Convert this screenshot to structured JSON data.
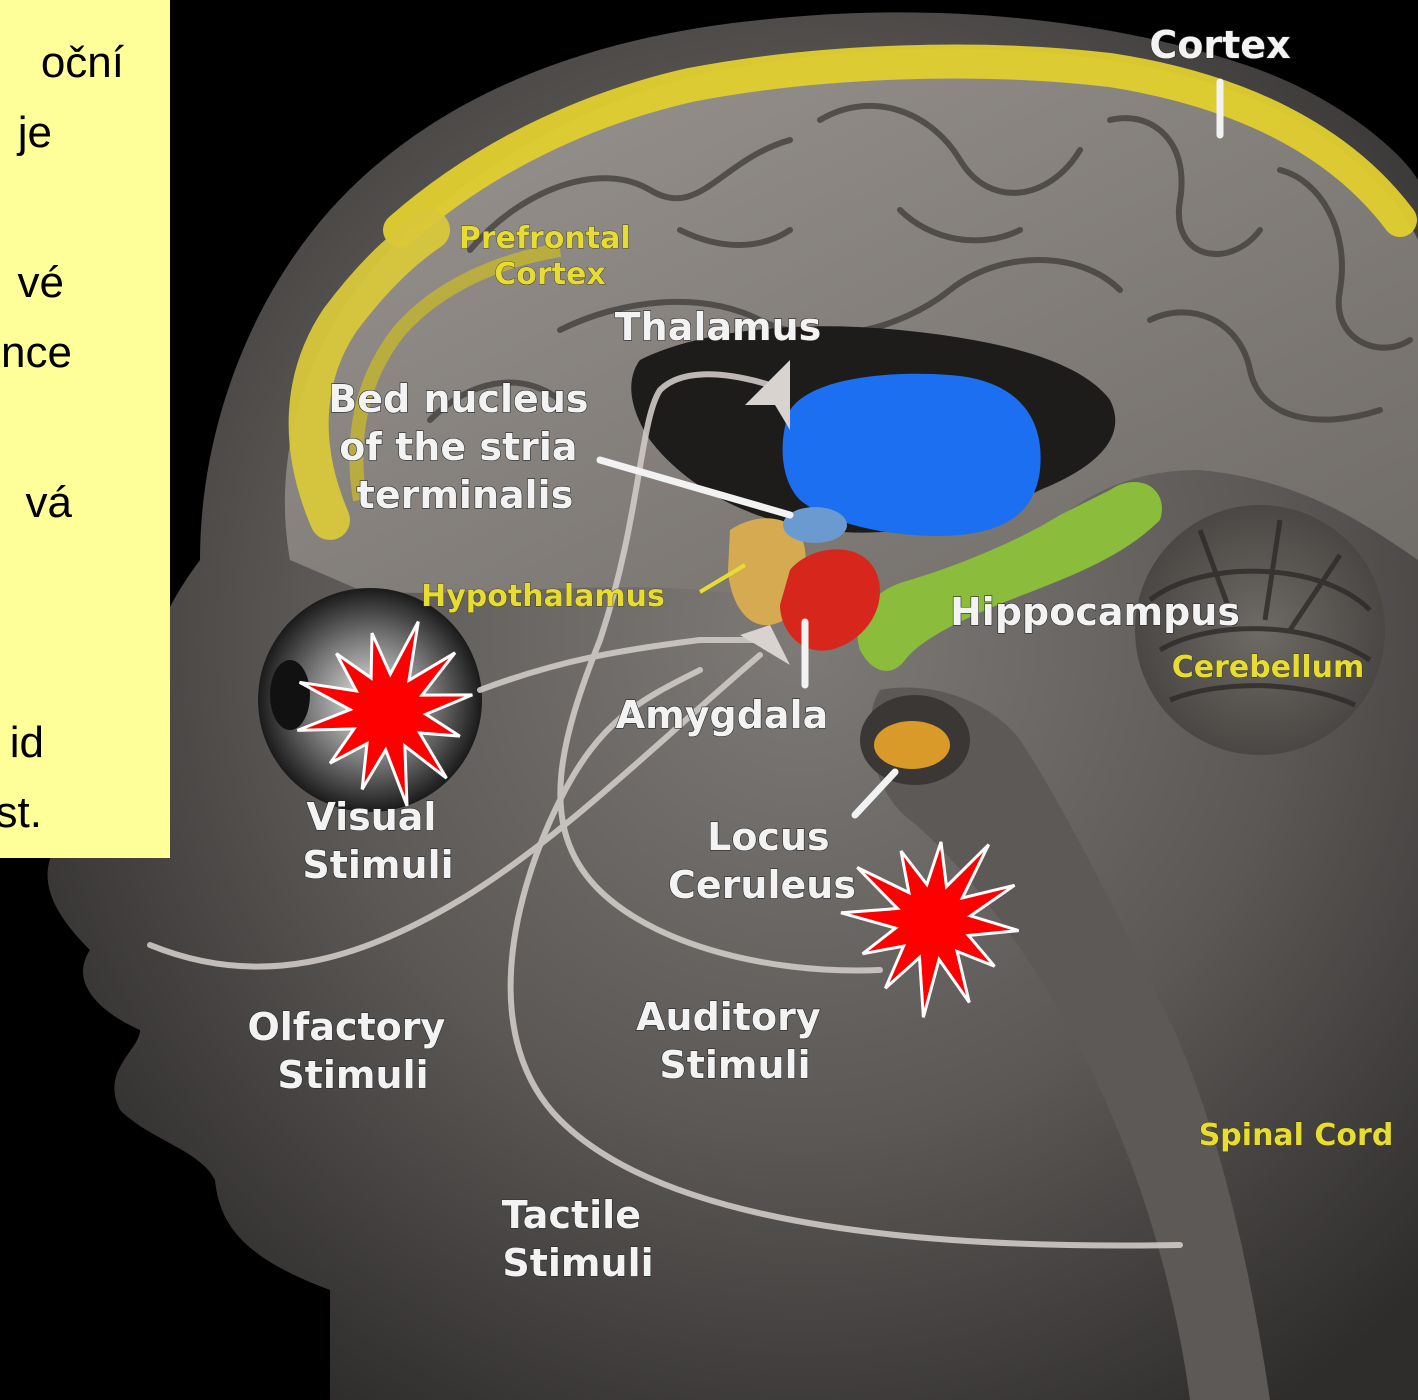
{
  "side_note": {
    "lines": [
      "oční",
      "je",
      "vé",
      "nce",
      "vá",
      "id",
      "st."
    ]
  },
  "labels": {
    "cortex": "Cortex",
    "prefrontal_cortex": [
      "Prefrontal",
      "Cortex"
    ],
    "thalamus": "Thalamus",
    "bed_nucleus": [
      "Bed nucleus",
      "of the stria",
      "terminalis"
    ],
    "hypothalamus": "Hypothalamus",
    "hippocampus": "Hippocampus",
    "cerebellum": "Cerebellum",
    "amygdala": "Amygdala",
    "locus_ceruleus": [
      "Locus",
      "Ceruleus"
    ],
    "visual_stimuli": [
      "Visual",
      "Stimuli"
    ],
    "olfactory_stimuli": [
      "Olfactory",
      "Stimuli"
    ],
    "auditory_stimuli": [
      "Auditory",
      "Stimuli"
    ],
    "tactile_stimuli": [
      "Tactile",
      "Stimuli"
    ],
    "spinal_cord": "Spinal Cord"
  },
  "colors": {
    "background": "#000000",
    "note_background": "#ffff99",
    "cortex_highlight": "#e1cf2e",
    "thalamus": "#1b6ff0",
    "amygdala": "#d7261b",
    "hippocampus": "#8cbc3c",
    "hypothalamus": "#d5aa50",
    "locus_ceruleus": "#d99a2a",
    "burst": "#ff0000"
  },
  "icons": [
    "starburst-marker-icon",
    "starburst-marker-icon",
    "head-silhouette",
    "eye-icon"
  ]
}
